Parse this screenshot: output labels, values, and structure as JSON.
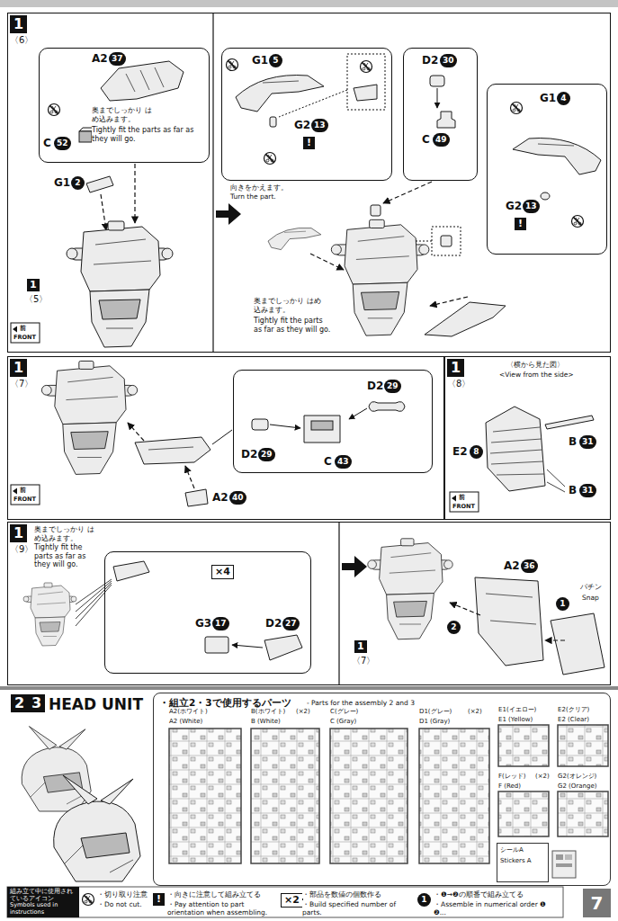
{
  "diagram": {
    "nodes": [
      {
        "text": [
          "1",
          "〈6〉"
        ]
      },
      {
        "text": [
          "A2",
          "37",
          "C",
          "52",
          "奥までしっかり はめ込みます。",
          "Tightly fit the parts as far as they will go."
        ],
        "in": 0
      },
      {
        "text": [
          "G1",
          "5",
          "G2",
          "13",
          "!"
        ],
        "in": 0
      },
      {
        "text": [
          "D2",
          "30",
          "C",
          "49"
        ],
        "in": 0
      },
      {
        "text": [
          "G1",
          "4",
          "G2",
          "13",
          "!"
        ],
        "in": 0
      },
      {
        "text": [
          "1",
          "〈7〉"
        ]
      },
      {
        "text": [
          "D2",
          "29",
          "C",
          "43",
          "D2",
          "29"
        ],
        "in": 5
      },
      {
        "text": [
          "1",
          "〈8〉",
          "〈横から見た図〉",
          "<View from the side>"
        ]
      },
      {
        "text": [
          "1",
          "〈9〉"
        ]
      },
      {
        "text": [
          "×4",
          "G3",
          "17",
          "D2",
          "27"
        ],
        "in": 8
      },
      {
        "text": [
          "・組立2・3で使用するパーツ",
          "- Parts for the assembly 2 and 3"
        ]
      },
      {
        "text": [
          "A2(ホワイト)",
          "A2 (White)"
        ],
        "in": 10
      },
      {
        "text": [
          "B(ホワイト)",
          "(×2)",
          "B (White)"
        ],
        "in": 10
      },
      {
        "text": [
          "C(グレー)",
          "C (Gray)"
        ],
        "in": 10
      },
      {
        "text": [
          "D1(グレー)",
          "(×2)",
          "D1 (Gray)"
        ],
        "in": 10
      },
      {
        "text": [
          "E1(イエロー)",
          "E1 (Yellow)"
        ],
        "in": 10
      },
      {
        "text": [
          "E2(クリア)",
          "E2 (Clear)"
        ],
        "in": 10
      },
      {
        "text": [
          "F(レッド)",
          "(×2)",
          "F (Red)"
        ],
        "in": 10
      },
      {
        "text": [
          "G2(オレンジ)",
          "G2 (Orange)"
        ],
        "in": 10
      },
      {
        "text": [
          "シールA",
          "Stickers A"
        ],
        "in": 10
      },
      {
        "text": [
          "組み立て中に使用されているアイコン",
          "Symbols used in instructions"
        ]
      },
      {
        "text": [
          "7"
        ]
      }
    ],
    "labels": [
      "G1",
      "2",
      "1",
      "〈5〉",
      "前",
      "FRONT",
      "向きをかえます。",
      "Turn the part.",
      "奥までしっかり はめ込みます。",
      "Tightly fit the parts as far as they will go.",
      "A2",
      "40",
      "前",
      "FRONT",
      "E2",
      "8",
      "B",
      "31",
      "B",
      "31",
      "前",
      "FRONT",
      "奥までしっかり はめ込みます。",
      "Tightly fit the parts as far as they will go.",
      "1",
      "〈7〉",
      "A2",
      "36",
      "パチン",
      "Snap",
      "1",
      "2",
      "2",
      "3",
      "HEAD UNIT",
      "・切り取り注意",
      "・Do not cut.",
      "!",
      "・向きに注意して組み立てる",
      "・Pay attention to part orientation when assembling.",
      "×2",
      "・部品を数値の個数作る",
      "・Build specified number of parts.",
      "1",
      "・❶→❷の順番で組み立てる",
      "・Assemble in numerical order ❶ ❷..."
    ]
  }
}
